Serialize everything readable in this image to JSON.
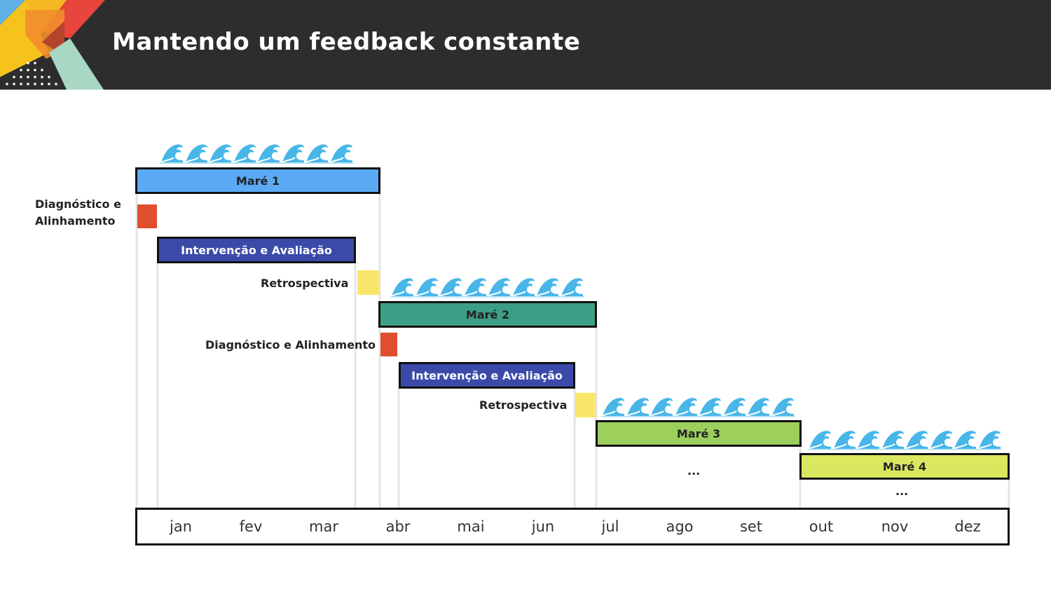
{
  "header": {
    "title": "Mantendo um feedback constante"
  },
  "colors": {
    "mare1": "#5aaaf5",
    "mare2": "#3d9e86",
    "mare3": "#9ccf5c",
    "mare4": "#d9e85e",
    "intervencao": "#3b4aa8",
    "diagnostico": "#e04e2e",
    "retrospectiva": "#f8e66a",
    "wave": "#49b6e8"
  },
  "labels": {
    "diag1_line1": "Diagnóstico e",
    "diag1_line2": "Alinhamento",
    "retro1": "Retrospectiva",
    "diag2": "Diagnóstico e Alinhamento",
    "retro2": "Retrospectiva"
  },
  "bars": {
    "mare1": "Maré 1",
    "interv1": "Intervenção e Avaliação",
    "mare2": "Maré 2",
    "interv2": "Intervenção e Avaliação",
    "mare3": "Maré 3",
    "mare4": "Maré 4"
  },
  "ellipsis": {
    "mare3": "...",
    "mare4": "..."
  },
  "months": [
    "jan",
    "fev",
    "mar",
    "abr",
    "mai",
    "jun",
    "jul",
    "ago",
    "set",
    "out",
    "nov",
    "dez"
  ],
  "icons": {
    "wave": "wave-icon"
  }
}
